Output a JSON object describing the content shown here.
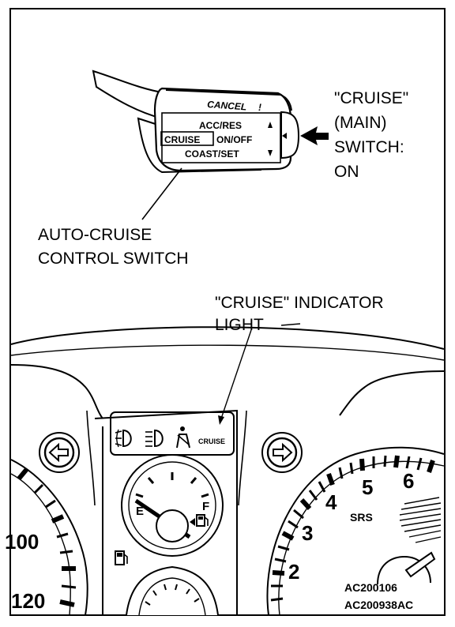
{
  "callouts": {
    "main_switch": [
      "\"CRUISE\"",
      "(MAIN)",
      "SWITCH:",
      "ON"
    ],
    "control_switch": [
      "AUTO-CRUISE",
      "CONTROL SWITCH"
    ],
    "indicator": [
      "\"CRUISE\" INDICATOR",
      "LIGHT"
    ]
  },
  "lever": {
    "cancel": "CANCEL",
    "acc_res": "ACC/RES",
    "cruise_box": "CRUISE",
    "on_off": "ON/OFF",
    "coast_set": "COAST/SET"
  },
  "cluster": {
    "indicator_label": "CRUISE",
    "fuel_empty": "E",
    "fuel_full": "F",
    "speedo_ticks": [
      "100",
      "120"
    ],
    "tacho_ticks": [
      "2",
      "3",
      "4",
      "5",
      "6"
    ],
    "srs": "SRS"
  },
  "figure_codes": [
    "AC200106",
    "AC200938AC"
  ],
  "icons": [
    "front-fog-icon",
    "headlight-icon",
    "seatbelt-icon",
    "left-turn-arrow-icon",
    "right-turn-arrow-icon",
    "fuel-pump-icon",
    "low-fuel-icon"
  ]
}
